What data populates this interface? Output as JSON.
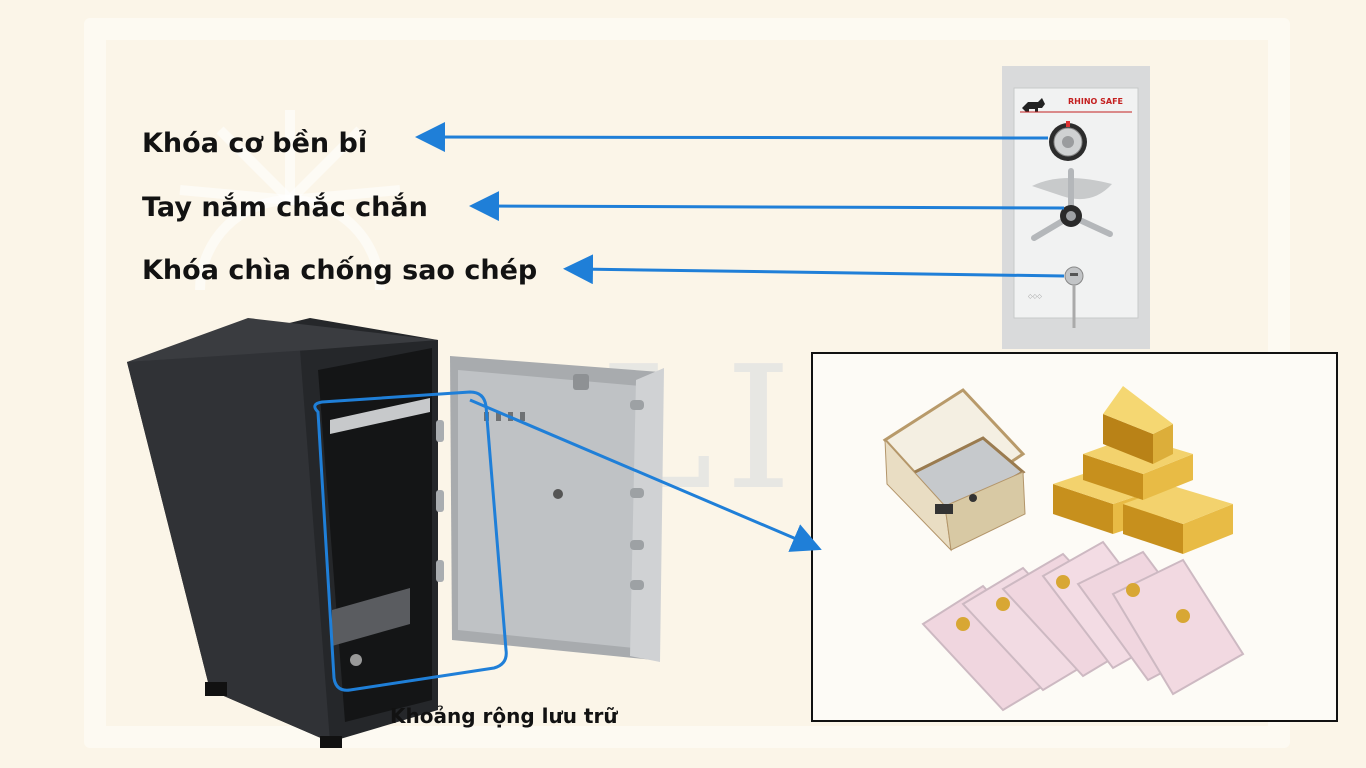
{
  "labels": {
    "mechanical_lock": "Khóa cơ bền bỉ",
    "handle": "Tay nắm chắc chắn",
    "key_lock": "Khóa chìa chống sao chép",
    "storage_space": "Khoảng rộng lưu trữ"
  },
  "panel": {
    "brand": "RHINO SAFE"
  },
  "colors": {
    "background": "#fbf5e8",
    "arrow": "#1f7fd8",
    "safe_body": "#2a2c2f",
    "door": "#b9bcbf",
    "gold": "#d9a92a"
  },
  "icons": {
    "rhino": "rhino-logo-icon",
    "dial": "combination-dial-icon",
    "handle": "three-spoke-handle-icon",
    "keyhole": "keyhole-icon"
  }
}
